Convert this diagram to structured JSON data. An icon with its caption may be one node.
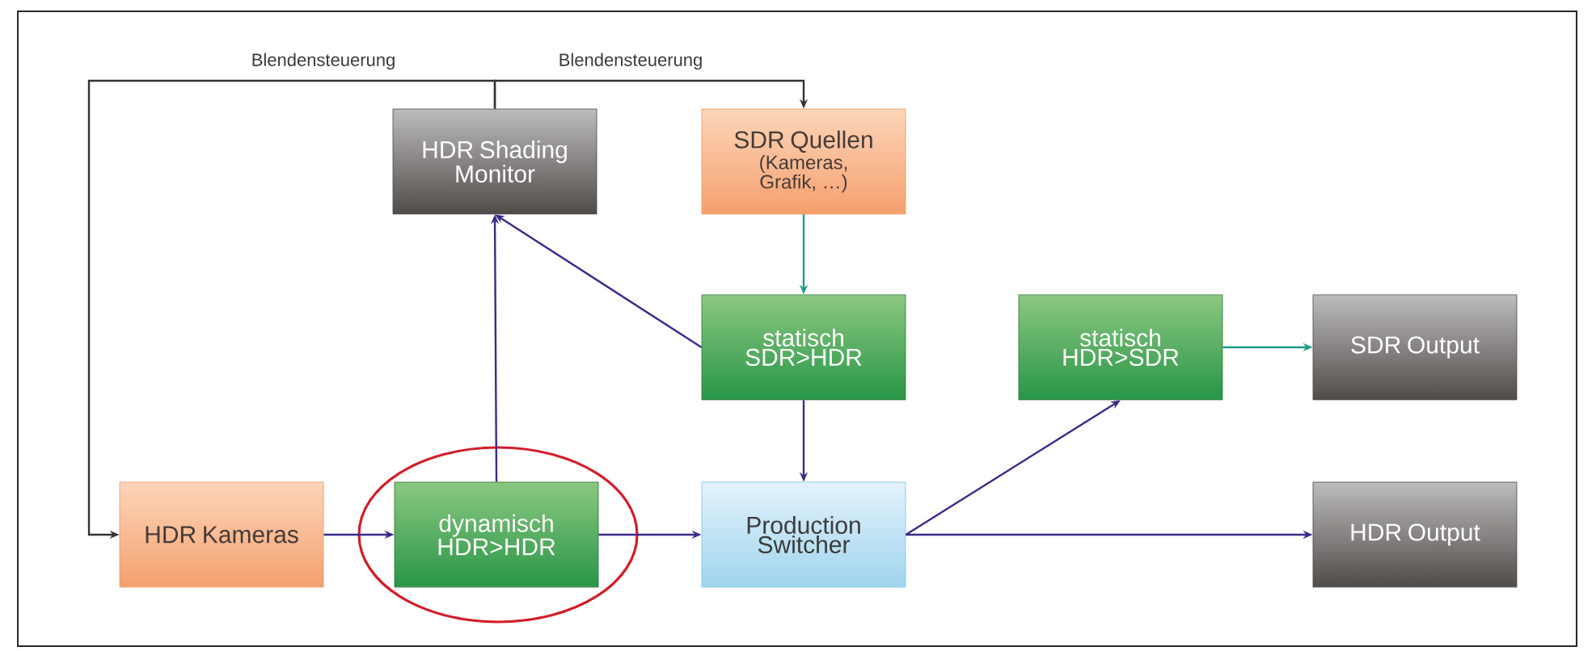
{
  "diagram": {
    "nodes": [
      {
        "text": [
          "HDR Shading Monitor"
        ]
      },
      {
        "text": [
          "SDR Quellen",
          "(Kameras, Grafik, …)"
        ]
      },
      {
        "text": [
          "statisch SDR>HDR"
        ]
      },
      {
        "text": [
          "statisch HDR>SDR"
        ]
      },
      {
        "text": [
          "SDR Output"
        ]
      },
      {
        "text": [
          "HDR Kameras"
        ]
      },
      {
        "text": [
          "dynamisch HDR>HDR"
        ]
      },
      {
        "text": [
          "Production Switcher"
        ]
      },
      {
        "text": [
          "HDR Output"
        ]
      }
    ],
    "edges": [
      {
        "from": 0,
        "to": 5,
        "arrow": "to",
        "label": "Blendensteuerung",
        "color": "#333333"
      },
      {
        "from": 0,
        "to": 1,
        "arrow": "to",
        "label": "Blendensteuerung",
        "color": "#333333"
      },
      {
        "from": 1,
        "to": 2,
        "arrow": "to",
        "color": "#1f9a8c"
      },
      {
        "from": 6,
        "to": 0,
        "arrow": "to"
      },
      {
        "from": 2,
        "to": 0,
        "arrow": "to"
      },
      {
        "from": 2,
        "to": 7,
        "arrow": "to"
      },
      {
        "from": 5,
        "to": 6,
        "arrow": "to"
      },
      {
        "from": 6,
        "to": 7,
        "arrow": "to"
      },
      {
        "from": 7,
        "to": 3,
        "arrow": "to"
      },
      {
        "from": 7,
        "to": 8,
        "arrow": "to"
      },
      {
        "from": 3,
        "to": 4,
        "arrow": "to",
        "color": "#1f9a8c"
      }
    ]
  }
}
